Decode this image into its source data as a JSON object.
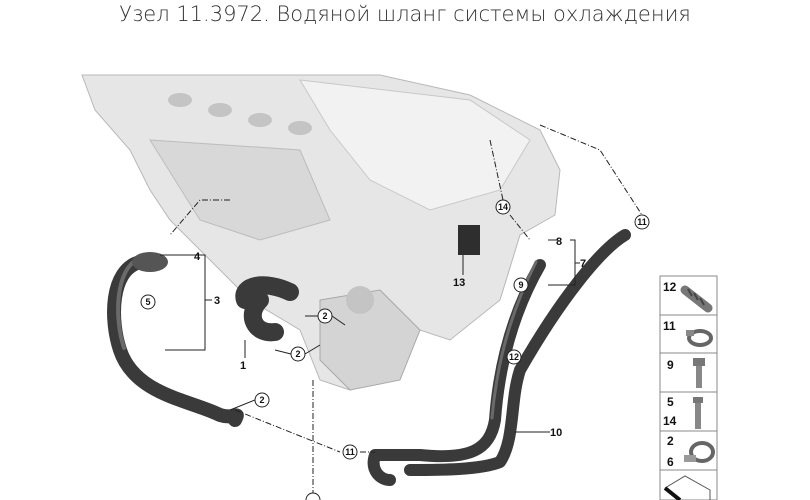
{
  "title": "Узел 11.3972. Водяной шланг системы охлаждения",
  "callouts": {
    "c14": "14",
    "c8": "8",
    "c7": "7",
    "c11a": "11",
    "c4": "4",
    "c3": "3",
    "c5": "5",
    "c13": "13",
    "c9": "9",
    "c2a": "2",
    "c2b": "2",
    "c2c": "2",
    "c1": "1",
    "c12": "12",
    "c10": "10",
    "c11b": "11"
  },
  "legend": [
    {
      "labels": [
        "12"
      ],
      "icon": "hose-clamp-spring-icon"
    },
    {
      "labels": [
        "11"
      ],
      "icon": "hose-clamp-icon"
    },
    {
      "labels": [
        "9"
      ],
      "icon": "bolt-icon"
    },
    {
      "labels": [
        "5",
        "14"
      ],
      "icon": "stud-bolt-icon"
    },
    {
      "labels": [
        "2",
        "6"
      ],
      "icon": "worm-clamp-icon"
    },
    {
      "labels": [],
      "icon": "gasket-icon"
    }
  ],
  "colors": {
    "engine": "#e4e4e4",
    "hose": "#3a3a3a",
    "text": "#333333"
  }
}
